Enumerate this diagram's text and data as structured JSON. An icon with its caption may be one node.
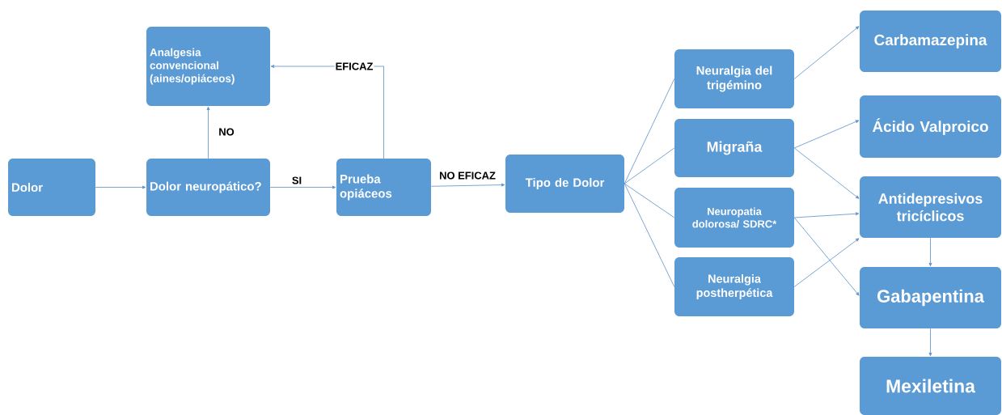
{
  "diagram": {
    "nodes": [
      {
        "text": [
          "Dolor"
        ]
      },
      {
        "text": [
          "Dolor neuropático?"
        ]
      },
      {
        "text": [
          "Analgesia convencional (aines/opiáceos)"
        ]
      },
      {
        "text": [
          "Prueba opiáceos"
        ]
      },
      {
        "text": [
          "Tipo de Dolor"
        ]
      },
      {
        "text": [
          "Neuralgia del trigémino"
        ]
      },
      {
        "text": [
          "Migraña"
        ]
      },
      {
        "text": [
          "Neuropatia dolorosa/ SDRC*"
        ]
      },
      {
        "text": [
          "Neuralgia postherpética"
        ]
      },
      {
        "text": [
          "Carbamazepina"
        ]
      },
      {
        "text": [
          "Ácido Valproico"
        ]
      },
      {
        "text": [
          "Antidepresivos tricíclicos"
        ]
      },
      {
        "text": [
          "Gabapentina"
        ]
      },
      {
        "text": [
          "Mexiletina"
        ]
      }
    ],
    "edges": [
      {
        "from": 0,
        "to": 1,
        "arrow": "to"
      },
      {
        "from": 1,
        "to": 2,
        "arrow": "to",
        "label": "NO"
      },
      {
        "from": 1,
        "to": 3,
        "arrow": "to",
        "label": "SI"
      },
      {
        "from": 3,
        "to": 2,
        "arrow": "to",
        "label": "EFICAZ"
      },
      {
        "from": 3,
        "to": 4,
        "arrow": "to",
        "label": "NO EFICAZ"
      },
      {
        "from": 4,
        "to": 5,
        "arrow": "none"
      },
      {
        "from": 4,
        "to": 6,
        "arrow": "none"
      },
      {
        "from": 4,
        "to": 7,
        "arrow": "none"
      },
      {
        "from": 4,
        "to": 8,
        "arrow": "none"
      },
      {
        "from": 5,
        "to": 9,
        "arrow": "to"
      },
      {
        "from": 6,
        "to": 10,
        "arrow": "to"
      },
      {
        "from": 6,
        "to": 11,
        "arrow": "to"
      },
      {
        "from": 7,
        "to": 11,
        "arrow": "to"
      },
      {
        "from": 7,
        "to": 12,
        "arrow": "to"
      },
      {
        "from": 8,
        "to": 11,
        "arrow": "to"
      },
      {
        "from": 11,
        "to": 12,
        "arrow": "to"
      },
      {
        "from": 12,
        "to": 13,
        "arrow": "to"
      }
    ]
  }
}
